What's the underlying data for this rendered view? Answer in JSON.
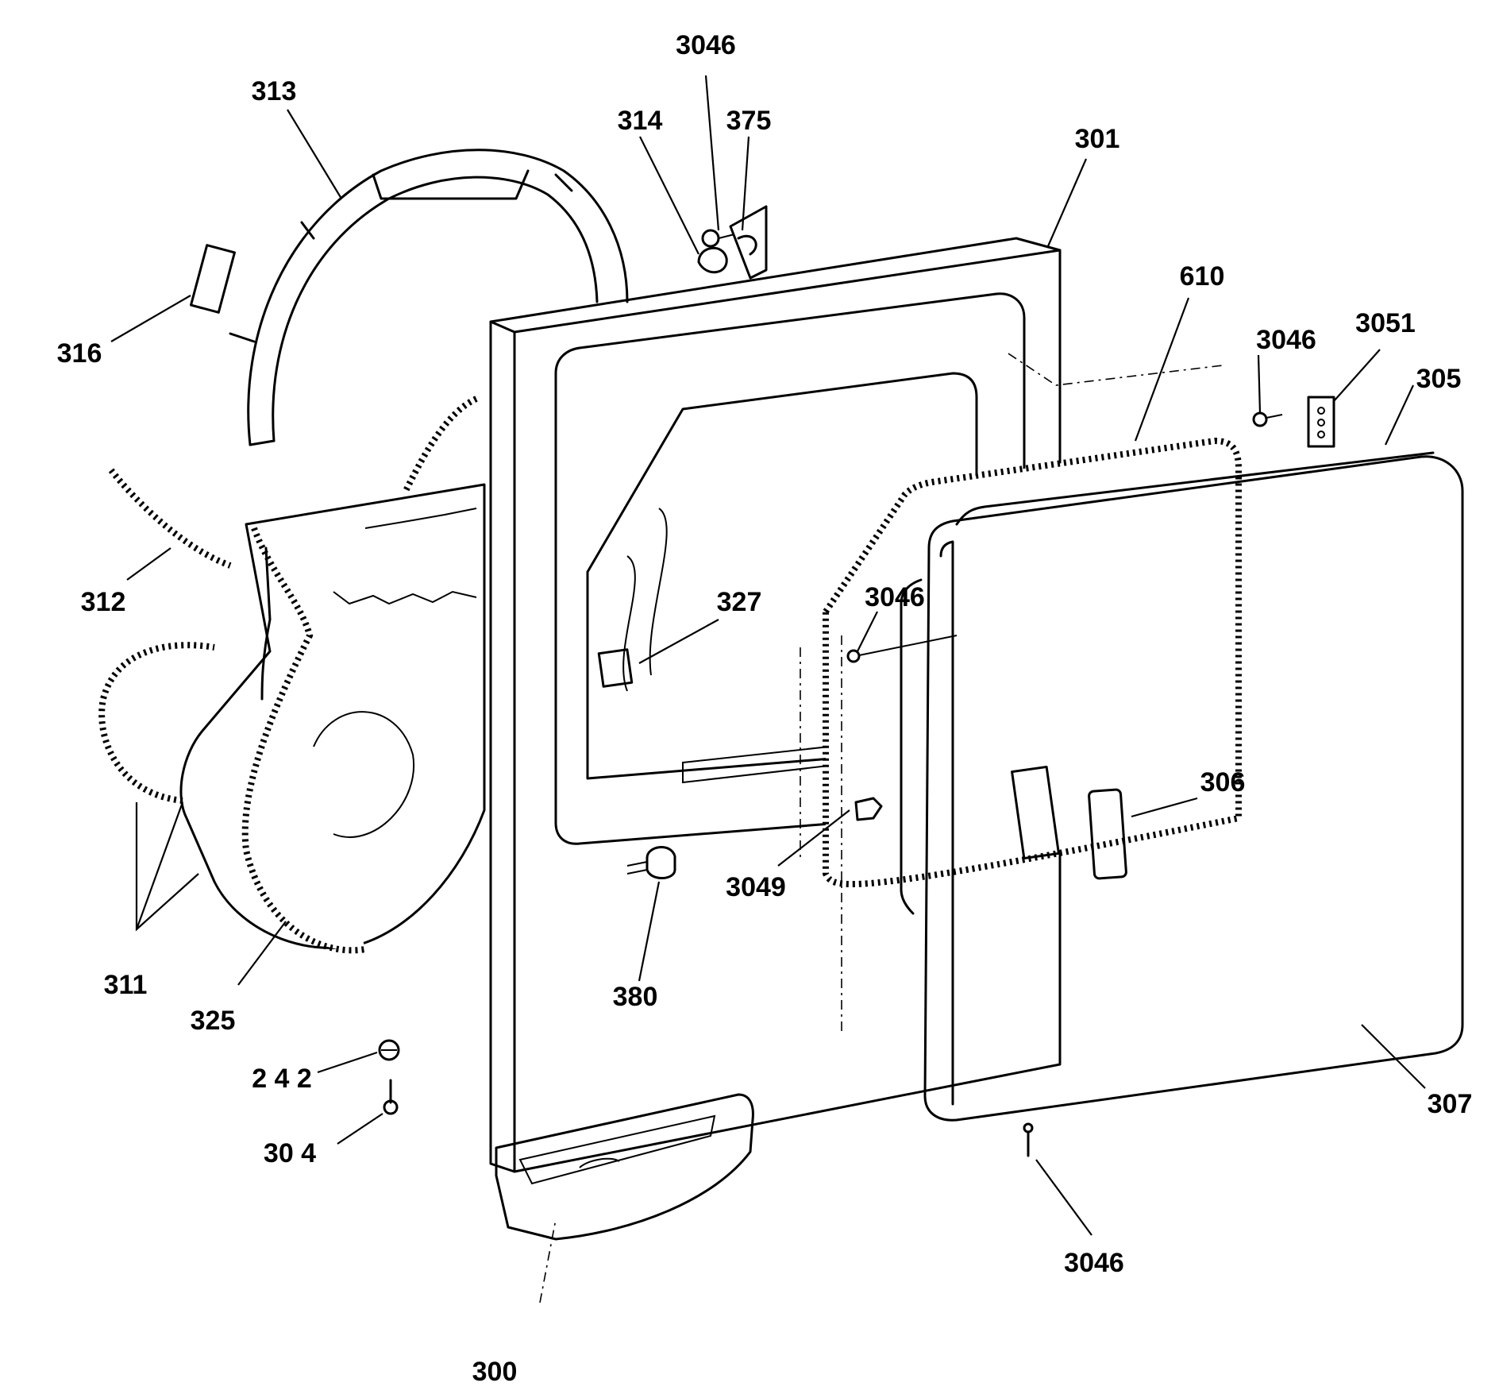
{
  "colors": {
    "ink": "#000000",
    "paper": "#ffffff"
  },
  "callouts": [
    {
      "id": "3046-top",
      "text": "3046"
    },
    {
      "id": "313",
      "text": "313"
    },
    {
      "id": "314",
      "text": "314"
    },
    {
      "id": "375",
      "text": "375"
    },
    {
      "id": "301",
      "text": "301"
    },
    {
      "id": "610",
      "text": "610"
    },
    {
      "id": "316",
      "text": "316"
    },
    {
      "id": "3046-right",
      "text": "3046"
    },
    {
      "id": "3051",
      "text": "3051"
    },
    {
      "id": "305",
      "text": "305"
    },
    {
      "id": "312",
      "text": "312"
    },
    {
      "id": "327",
      "text": "327"
    },
    {
      "id": "3046-mid",
      "text": "3046"
    },
    {
      "id": "306",
      "text": "306"
    },
    {
      "id": "3049",
      "text": "3049"
    },
    {
      "id": "311",
      "text": "311"
    },
    {
      "id": "380",
      "text": "380"
    },
    {
      "id": "325",
      "text": "325"
    },
    {
      "id": "242",
      "text": "2 4 2"
    },
    {
      "id": "307",
      "text": "307"
    },
    {
      "id": "304",
      "text": "30 4"
    },
    {
      "id": "3046-bottom",
      "text": "3046"
    },
    {
      "id": "300",
      "text": "300"
    }
  ]
}
